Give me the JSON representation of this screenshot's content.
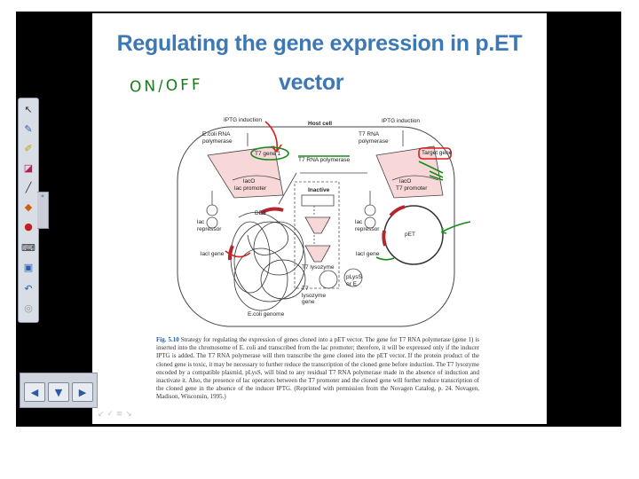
{
  "slide": {
    "title_line1": "Regulating the gene expression in p.ET",
    "title_line2": "vector",
    "annotation": "ON/OFF"
  },
  "diagram": {
    "iptg_induction_left": "IPTG induction",
    "ecoli_rna_polymerase": "E.coli RNA polymerase",
    "host_cell": "Host cell",
    "iptg_induction_right": "IPTG induction",
    "t7_rna_polymerase_right": "T7 RNA polymerase",
    "t7_gene1": "T7 gene 1",
    "t7_rna_polymerase_center": "T7 RNA polymerase",
    "target_gene": "Target gene",
    "laco_left": "lacO",
    "lac_promoter": "lac promoter",
    "laco_right": "lacO",
    "t7_promoter": "T7 promoter",
    "inactive": "Inactive",
    "de3": "DE3",
    "lac_repressor_left": "lac repressor",
    "lac_repressor_right": "lac repressor",
    "pet": "pET",
    "laci_gene_left": "lacI gene",
    "laci_gene_right": "lacI gene",
    "t7_lysozyme": "T7 lysozyme",
    "plyss": "pLysS or E",
    "t7_lysozyme_gene": "T7 lysozyme gene",
    "ecoli_genome": "E.coli genome"
  },
  "caption": {
    "fig_label": "Fig. 5.10",
    "text": "Strategy for regulating the expression of genes cloned into a pET vector. The gene for T7 RNA polymerase (gene 1) is inserted into the chromosome of E. coli and transcribed from the lac promoter; therefore, it will be expressed only if the inducer IPTG is added. The T7 RNA polymerase will then transcribe the gene cloned into the pET vector. If the protein product of the cloned gene is toxic, it may be necessary to further reduce the transcription of the cloned gene before induction. The T7 lysozyme encoded by a compatible plasmid, pLysS, will bind to any residual T7 RNA polymerase made in the absence of induction and inactivate it. Also, the presence of lac operators between the T7 promoter and the cloned gene will further reduce transcription of the cloned gene in the absence of the inducer IPTG. (Reprinted with permission from the Novagen Catalog, p. 24. Novagen, Madison, Wisconsin, 1995.)"
  },
  "toolbar": {
    "tools": [
      "select-arrow",
      "pen",
      "highlighter",
      "eraser",
      "line",
      "fill",
      "shape",
      "keyboard",
      "screen-capture",
      "undo",
      "spotlight"
    ],
    "handle_glyph": "«"
  },
  "nav": {
    "prev": "◀",
    "down": "▼",
    "next": "▶",
    "faint": "↙ ✓ ≡ ↘"
  },
  "colors": {
    "title": "#3d78b6",
    "annotation_red": "#d42020",
    "annotation_green": "#1a8a1a",
    "background": "#000000"
  }
}
